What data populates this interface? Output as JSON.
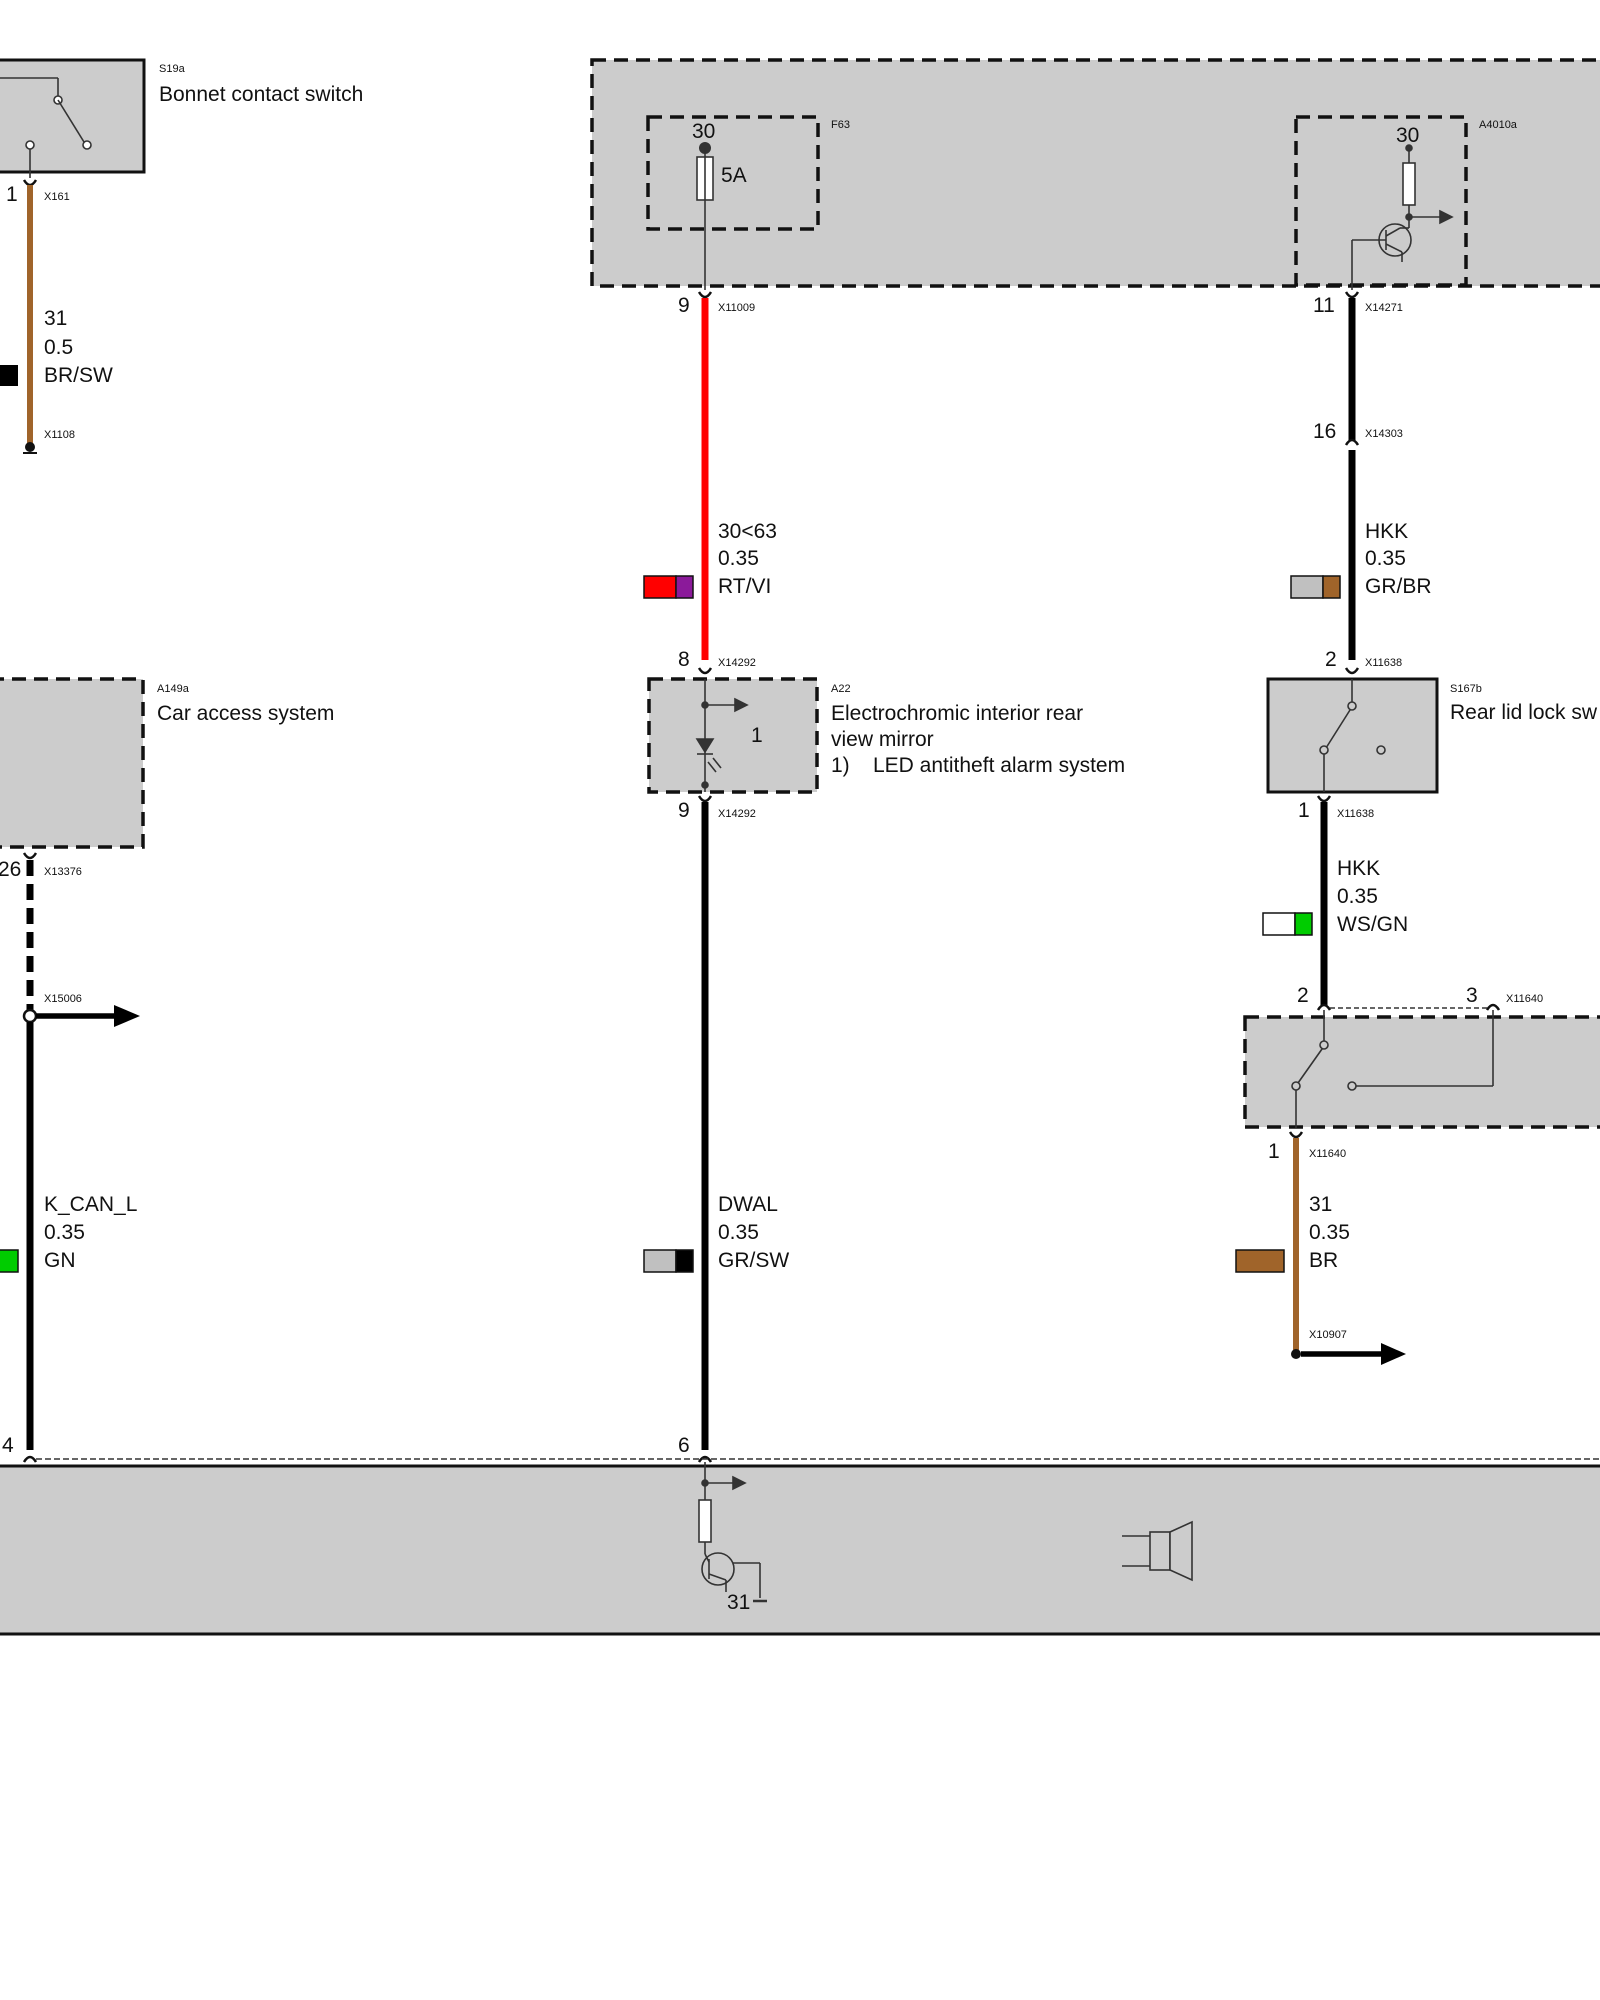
{
  "components": {
    "s19a": {
      "id": "S19a",
      "name": "Bonnet contact switch"
    },
    "f63": {
      "id": "F63",
      "terminal": "30",
      "rating": "5A"
    },
    "a4010a": {
      "id": "A4010a",
      "terminal": "30"
    },
    "a149a": {
      "id": "A149a",
      "name": "Car access system"
    },
    "a22": {
      "id": "A22",
      "name_line1": "Electrochromic interior rear",
      "name_line2": "view mirror",
      "note_num": "1)",
      "note_text": "LED antitheft alarm system",
      "inner_ref": "1"
    },
    "s167b": {
      "id": "S167b",
      "name": "Rear lid lock sw"
    },
    "horn": {
      "ground_terminal": "31"
    }
  },
  "connectors": {
    "x161": {
      "id": "X161",
      "pin": "1"
    },
    "x1108": {
      "id": "X1108"
    },
    "x11009": {
      "id": "X11009",
      "pin": "9"
    },
    "x14271": {
      "id": "X14271",
      "pin": "11"
    },
    "x14303": {
      "id": "X14303",
      "pin": "16"
    },
    "x14292_top": {
      "id": "X14292",
      "pin": "8"
    },
    "x14292_bot": {
      "id": "X14292",
      "pin": "9"
    },
    "x11638_top": {
      "id": "X11638",
      "pin": "2"
    },
    "x11638_bot": {
      "id": "X11638",
      "pin": "1"
    },
    "x13376": {
      "id": "X13376",
      "pin": "26"
    },
    "x15006": {
      "id": "X15006"
    },
    "x11640_a": {
      "id": "X11640",
      "pin": "2"
    },
    "x11640_b": {
      "id": "X11640",
      "pin": "3"
    },
    "x11640_c": {
      "id": "X11640",
      "pin": "1"
    },
    "x10907": {
      "id": "X10907"
    },
    "bottom_a": {
      "pin": "4"
    },
    "bottom_b": {
      "pin": "6"
    }
  },
  "wires": {
    "w_bonnet": {
      "signal": "31",
      "size": "0.5",
      "color_code": "BR/SW",
      "colors": [
        "#000000"
      ]
    },
    "w_f63": {
      "signal": "30<63",
      "size": "0.35",
      "color_code": "RT/VI",
      "colors": [
        "#ff0000",
        "#8b1a9a"
      ]
    },
    "w_hkk1": {
      "signal": "HKK",
      "size": "0.35",
      "color_code": "GR/BR",
      "colors": [
        "#c0c0c0",
        "#a0642a"
      ]
    },
    "w_hkk2": {
      "signal": "HKK",
      "size": "0.35",
      "color_code": "WS/GN",
      "colors": [
        "#ffffff",
        "#00cc00"
      ]
    },
    "w_can": {
      "signal": "K_CAN_L",
      "size": "0.35",
      "color_code": "GN",
      "colors": [
        "#00cc00"
      ]
    },
    "w_dwal": {
      "signal": "DWAL",
      "size": "0.35",
      "color_code": "GR/SW",
      "colors": [
        "#c0c0c0",
        "#000000"
      ]
    },
    "w_ground": {
      "signal": "31",
      "size": "0.35",
      "color_code": "BR",
      "colors": [
        "#a0642a",
        "#a0642a"
      ]
    }
  },
  "colors": {
    "wire_brown": "#a0642a",
    "wire_red": "#ff0000",
    "wire_black": "#000000",
    "box_fill": "#cccccc"
  }
}
